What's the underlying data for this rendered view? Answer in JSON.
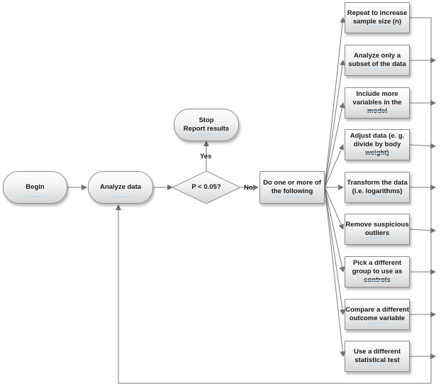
{
  "nodes": {
    "begin": "Begin",
    "analyze": "Analyze data",
    "decision": "P < 0.05?",
    "stop": "Stop\nReport results",
    "do_one": "Do one or more of\nthe following"
  },
  "edge_labels": {
    "yes": "Yes",
    "no": "No"
  },
  "options": [
    "Repeat to increase\nsample size (n)",
    "Analyze only a\nsubset of the data",
    "Include more\nvariables in the\nmodel",
    "Adjust data (e. g.\ndivide by body\nweight)",
    "Transform the data\n(i.e. logarithms)",
    "Remove suspicious\noutliers",
    "Pick a different\ngroup to use as\ncontrols",
    "Compare a different\noutcome variable",
    "Use a different\nstatistical test"
  ],
  "colors": {
    "line": "#7a7a7a",
    "node_border": "#8c8c8c",
    "node_fill_top": "#ffffff",
    "node_fill_bottom": "#d6d6d6",
    "highlight": "#bedcf0"
  }
}
